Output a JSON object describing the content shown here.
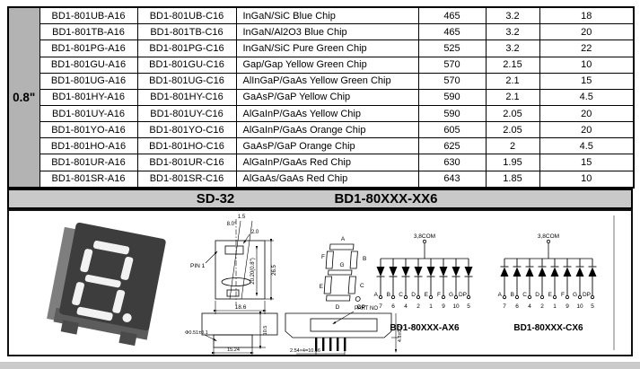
{
  "table": {
    "size_label": "0.8\"",
    "rows": [
      {
        "a16": "BD1-801UB-A16",
        "c16": "BD1-801UB-C16",
        "chip": "InGaN/SiC  Blue Chip",
        "wavelength": "465",
        "voltage": "3.2",
        "intensity": "18"
      },
      {
        "a16": "BD1-801TB-A16",
        "c16": "BD1-801TB-C16",
        "chip": "InGaN/Al2O3 Blue Chip",
        "wavelength": "465",
        "voltage": "3.2",
        "intensity": "20"
      },
      {
        "a16": "BD1-801PG-A16",
        "c16": "BD1-801PG-C16",
        "chip": "InGaN/SiC Pure Green Chip",
        "wavelength": "525",
        "voltage": "3.2",
        "intensity": "22"
      },
      {
        "a16": "BD1-801GU-A16",
        "c16": "BD1-801GU-C16",
        "chip": "Gap/Gap Yellow Green  Chip",
        "wavelength": "570",
        "voltage": "2.15",
        "intensity": "10"
      },
      {
        "a16": "BD1-801UG-A16",
        "c16": "BD1-801UG-C16",
        "chip": "AlInGaP/GaAs Yellow Green Chip",
        "wavelength": "570",
        "voltage": "2.1",
        "intensity": "15"
      },
      {
        "a16": "BD1-801HY-A16",
        "c16": "BD1-801HY-C16",
        "chip": "GaAsP/GaP Yellow  Chip",
        "wavelength": "590",
        "voltage": "2.1",
        "intensity": "4.5"
      },
      {
        "a16": "BD1-801UY-A16",
        "c16": "BD1-801UY-C16",
        "chip": "AlGaInP/GaAs Yellow  Chip",
        "wavelength": "590",
        "voltage": "2.05",
        "intensity": "20"
      },
      {
        "a16": "BD1-801YO-A16",
        "c16": "BD1-801YO-C16",
        "chip": "AlGaInP/GaAs Orange  Chip",
        "wavelength": "605",
        "voltage": "2.05",
        "intensity": "20"
      },
      {
        "a16": "BD1-801HO-A16",
        "c16": "BD1-801HO-C16",
        "chip": "GaAsP/GaP Orange  Chip",
        "wavelength": "625",
        "voltage": "2",
        "intensity": "4.5"
      },
      {
        "a16": "BD1-801UR-A16",
        "c16": "BD1-801UR-C16",
        "chip": "AlGaInP/GaAs Red  Chip",
        "wavelength": "630",
        "voltage": "1.95",
        "intensity": "15"
      },
      {
        "a16": "BD1-801SR-A16",
        "c16": "BD1-801SR-C16",
        "chip": "AlGaAs/GaAs Red Chip",
        "wavelength": "643",
        "voltage": "1.85",
        "intensity": "10"
      }
    ]
  },
  "band": {
    "package": "SD-32",
    "model": "BD1-80XXX-XX6"
  },
  "drawings": {
    "pin1_label": "PIN 1",
    "dim_top": "1.5",
    "dim_angle": "8.0°",
    "dim_seg_width": "2.0",
    "dim_digit_height": "20.20(0.8\")",
    "dim_outer_height": "26.5",
    "dim_width": "18.6",
    "dim_pin_dia": "Φ0.51±0.1",
    "dim_row_pitch": "15.24",
    "dim_side_height": "10.5",
    "part_no_label": "PART NO",
    "dim_pin_pitch": "2.54×4=10.16",
    "dim_pin_length": "4.8±0.2",
    "seg_labels": {
      "a": "A",
      "b": "B",
      "c": "C",
      "d": "D",
      "e": "E",
      "f": "F",
      "g": "G",
      "dp": "DP"
    }
  },
  "circuits": [
    {
      "com": "3,8COM",
      "segments": [
        "A",
        "B",
        "C",
        "D",
        "E",
        "F",
        "G",
        "DP"
      ],
      "pins": [
        "7",
        "6",
        "4",
        "2",
        "1",
        "9",
        "10",
        "5"
      ],
      "caption": "BD1-80XXX-AX6",
      "type": "common-anode"
    },
    {
      "com": "3,8COM",
      "segments": [
        "A",
        "B",
        "C",
        "D",
        "E",
        "F",
        "G",
        "DP"
      ],
      "pins": [
        "7",
        "6",
        "4",
        "2",
        "1",
        "9",
        "10",
        "5"
      ],
      "caption": "BD1-80XXX-CX6",
      "type": "common-cathode"
    }
  ],
  "colors": {
    "size_cell_gray": "#b3b3b3",
    "band_gray": "#c9c9c9",
    "line_black": "#000000"
  }
}
